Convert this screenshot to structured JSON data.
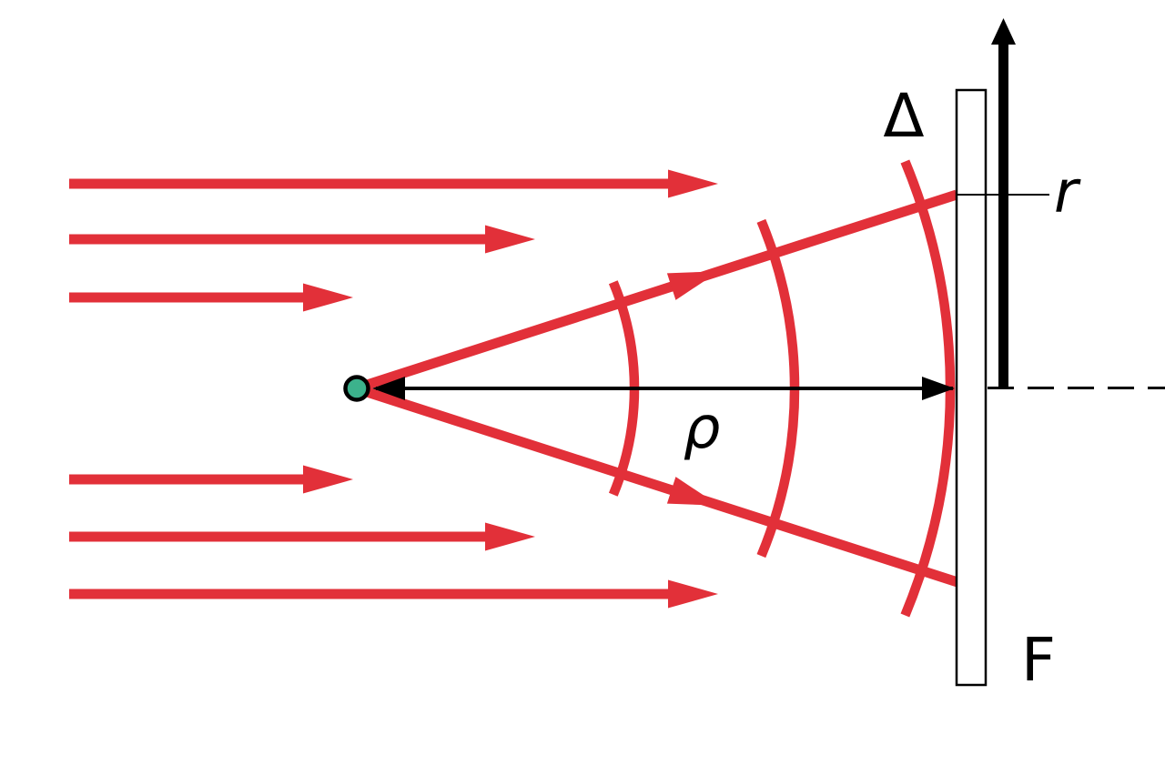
{
  "diagram": {
    "labels": {
      "path_difference": "Δ",
      "source_distance": "ρ",
      "radial_coordinate": "r",
      "film": "F"
    },
    "colors": {
      "ray_red": "#e23039",
      "source_teal": "#3cb28c",
      "ink": "#000000",
      "background": "#ffffff"
    }
  }
}
